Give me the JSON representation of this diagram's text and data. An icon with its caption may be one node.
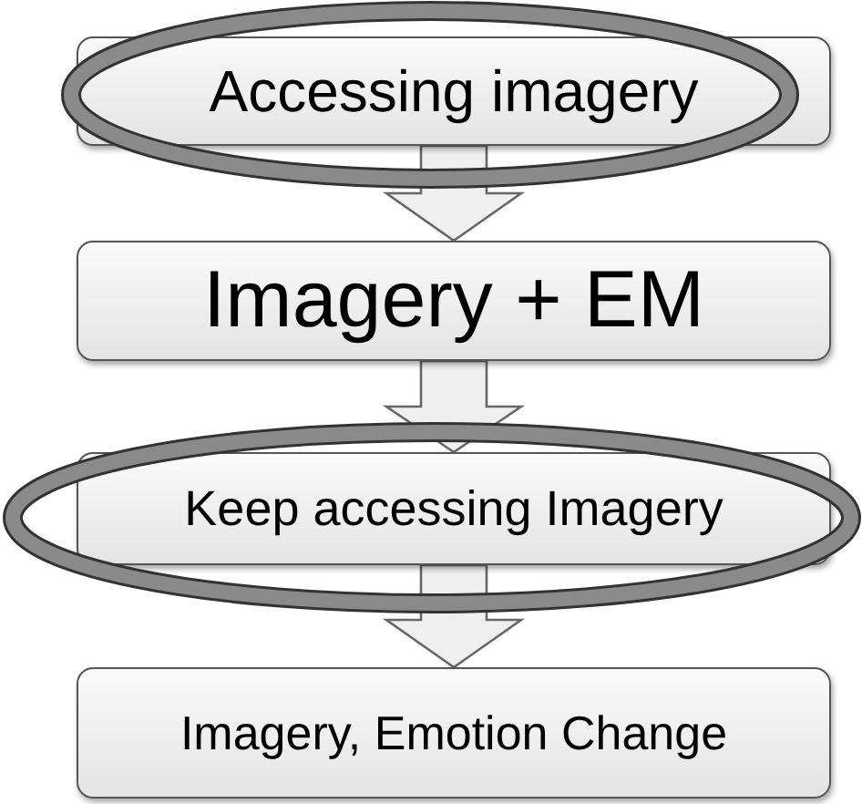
{
  "diagram": {
    "nodes": [
      {
        "text": [
          "Accessing imagery"
        ]
      },
      {
        "text": [
          "Imagery + EM"
        ]
      },
      {
        "text": [
          "Keep accessing Imagery"
        ]
      },
      {
        "text": [
          "Imagery, Emotion Change"
        ]
      }
    ],
    "edges": [
      {
        "from": 0,
        "to": 1,
        "arrow": "to"
      },
      {
        "from": 1,
        "to": 2,
        "arrow": "to"
      },
      {
        "from": 2,
        "to": 3,
        "arrow": "to"
      }
    ]
  }
}
